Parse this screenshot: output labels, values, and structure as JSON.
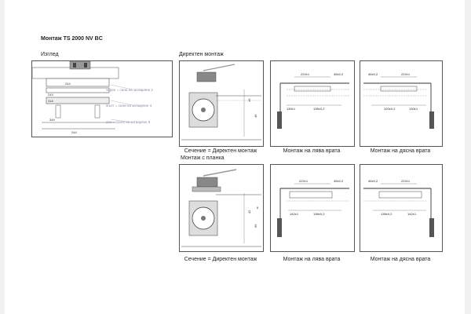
{
  "document": {
    "title": "Монтаж TS 2000 NV BC",
    "view_heading": "Изглед",
    "direct_heading": "Директен монтаж",
    "plate_heading": "Монтаж с планка",
    "captions": {
      "section_direct_1": "Сечение = Директен монтаж",
      "left_door_1": "Монтаж на лява врата",
      "right_door_1": "Монтаж на дясна врата",
      "section_direct_2": "Сечение = Директен монтаж",
      "left_door_2": "Монтаж на лява врата",
      "right_door_2": "Монтаж на дясна врата"
    }
  },
  "overview": {
    "labels": {
      "black": "черен = сила на затваряне 2",
      "yellow": "жълт = сила на затваряне 4",
      "blue": "син = (сила на затваряне 5"
    },
    "dims": {
      "d1": "244",
      "d2": "244",
      "d3": "318",
      "d4": "349",
      "d5": "244"
    }
  },
  "section_1": {
    "dim_a": "15",
    "dim_b": "46"
  },
  "section_2": {
    "dim_a": "42",
    "dim_b": "66",
    "dim_c": "8"
  },
  "left_1": {
    "top": "222±1",
    "top2": "45±0,2",
    "bottom_a": "130±1",
    "bottom_b": "135±0,2"
  },
  "right_1": {
    "top": "222±1",
    "top2": "45±0,2",
    "bottom_a": "120±0,2",
    "bottom_b": "130±1"
  },
  "left_2": {
    "top": "222±1",
    "top2": "45±0,2",
    "bottom_a": "142±1",
    "bottom_b": "138±0,2"
  },
  "right_2": {
    "top": "222±1",
    "top2": "45±0,2",
    "bottom_a": "138±0,2",
    "bottom_b": "142±1"
  }
}
